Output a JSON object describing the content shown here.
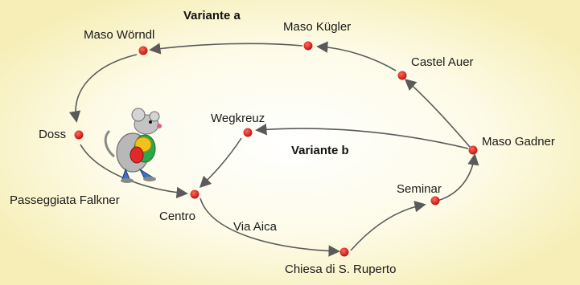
{
  "background": "#fbf7d6",
  "glow": "#ffffff",
  "dot_color": "#d81e1e",
  "edge_color": "#5a5a5a",
  "variants": {
    "a": "Variante a",
    "b": "Variante b"
  },
  "nodes": {
    "maso_worndl": "Maso Wörndl",
    "maso_kugler": "Maso Kügler",
    "castel_auer": "Castel Auer",
    "maso_gadner": "Maso Gadner",
    "doss": "Doss",
    "wegkreuz": "Wegkreuz",
    "passeggiata": "Passeggiata Falkner",
    "centro": "Centro",
    "via_aica": "Via Aica",
    "seminar": "Seminar",
    "chiesa": "Chiesa di S. Ruperto"
  },
  "mascot": "mouse-hiker-icon"
}
